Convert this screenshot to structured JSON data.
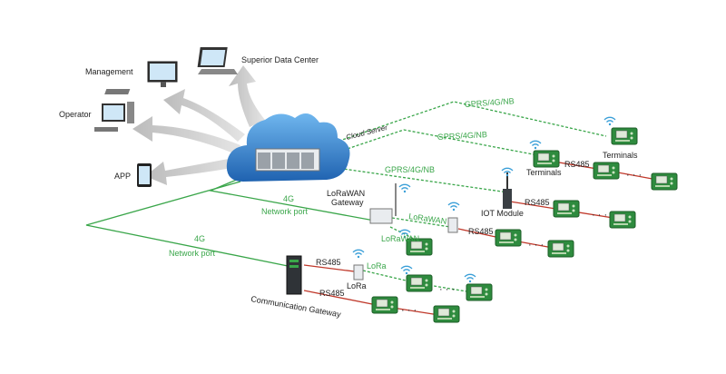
{
  "labels": {
    "management": "Management",
    "superior_data_center": "Superior Data Center",
    "operator": "Operator",
    "app": "APP",
    "cloud_server": "Cloud Server",
    "gprs_1": "GPRS/4G/NB",
    "gprs_2": "GPRS/4G/NB",
    "gprs_3": "GPRS/4G/NB",
    "terminals_top": "Terminals",
    "terminals_mid": "Terminals",
    "rs485_terminals": "RS485",
    "lorawan_gateway_line1": "LoRaWAN",
    "lorawan_gateway_line2": "Gateway",
    "net_4g_1": "4G",
    "network_port_1": "Network port",
    "lorawan_link_1": "LoRaWAN",
    "lorawan_link_2": "LoRaWAN",
    "iot_module": "IOT Module",
    "rs485_iot": "RS485",
    "rs485_lorawan_row": "RS485",
    "net_4g_2": "4G",
    "network_port_2": "Network port",
    "rs485_gw_top": "RS485",
    "rs485_gw_bottom": "RS485",
    "lora_node": "LoRa",
    "lora_link": "LoRa",
    "communication_gateway": "Communication Gateway",
    "ellipsis": "· · ·"
  },
  "colors": {
    "link_green": "#3aa64a",
    "rs485_red": "#c0392b",
    "cloud_blue": "#2a78c8",
    "arrow_grey": "#c8c8c8",
    "device_green": "#2e8b3e",
    "text_dark": "#222222",
    "text_green": "#3aa64a"
  },
  "icons": [
    "cloud-server-icon",
    "monitor-icon",
    "laptop-icon",
    "desktop-computer-icon",
    "tablet-icon",
    "wifi-icon",
    "terminal-device-icon",
    "gateway-icon",
    "antenna-icon",
    "iot-module-icon",
    "lora-node-icon",
    "communication-gateway-icon"
  ]
}
